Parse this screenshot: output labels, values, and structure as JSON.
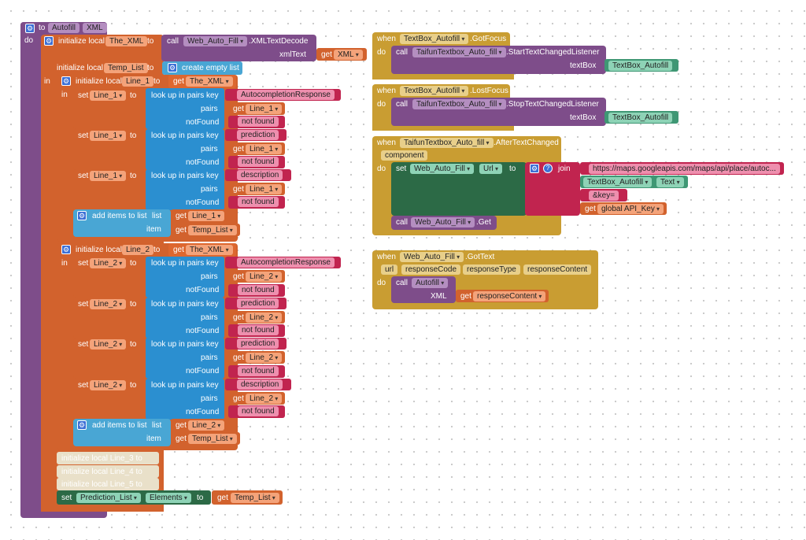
{
  "kw": {
    "to": "to",
    "do": "do",
    "in": "in",
    "set": "set",
    "get": "get",
    "call": "call",
    "when": "when",
    "init_local": "initialize local",
    "look_up": "look up in pairs  key",
    "pairs": "pairs",
    "not_found_label": "notFound",
    "add_items": "add items to list",
    "list": "list",
    "item": "item",
    "create_empty_list": "create empty list",
    "join": "join",
    "component": "component"
  },
  "procedure": {
    "name": "Autofill",
    "param": "XML"
  },
  "init_xml": {
    "var": "The_XML",
    "component": "Web_Auto_Fill",
    "method": ".XMLTextDecode",
    "arg": "xmlText",
    "get": "XML"
  },
  "init_temp": {
    "var": "Temp_List"
  },
  "line1": {
    "var": "Line_1",
    "source": "The_XML",
    "rows": [
      {
        "key": "AutocompletionResponse",
        "not_found": "not found"
      },
      {
        "key": "prediction",
        "not_found": "not found"
      },
      {
        "key": "description",
        "not_found": "not found"
      }
    ],
    "list": "Line_1",
    "item": "Temp_List"
  },
  "line2": {
    "var": "Line_2",
    "source": "The_XML",
    "rows": [
      {
        "key": "AutocompletionResponse",
        "not_found": "not found"
      },
      {
        "key": "prediction",
        "not_found": "not found"
      },
      {
        "key": "prediction",
        "not_found": "not found"
      },
      {
        "key": "description",
        "not_found": "not found"
      }
    ],
    "list": "Line_2",
    "item": "Temp_List"
  },
  "ghosts": [
    "initialize local Line_3 to",
    "initialize local Line_4 to",
    "initialize local Line_5 to"
  ],
  "final_set": {
    "component": "Prediction_List",
    "property": "Elements",
    "get": "Temp_List"
  },
  "gotfocus": {
    "component": "TextBox_Autofill",
    "event": ".GotFocus",
    "call_component": "TaifunTextbox_Auto_fill",
    "method": ".StartTextChangedListener",
    "arg": "textBox",
    "arg_value": "TextBox_Autofill"
  },
  "lostfocus": {
    "component": "TextBox_Autofill",
    "event": ".LostFocus",
    "call_component": "TaifunTextbox_Auto_fill",
    "method": ".StopTextChangedListener",
    "arg": "textBox",
    "arg_value": "TextBox_Autofill"
  },
  "textchanged": {
    "component": "TaifunTextbox_Auto_fill",
    "event": ".AfterTextChanged",
    "param": "component",
    "set_component": "Web_Auto_Fill",
    "set_property": "Url",
    "url": "https://maps.googleapis.com/maps/api/place/autoc...",
    "text_component": "TextBox_Autofill",
    "text_property": "Text",
    "key_str": "&key=",
    "api_key": "global API_Key",
    "call_component": "Web_Auto_Fill",
    "call_method": ".Get"
  },
  "gottext": {
    "component": "Web_Auto_Fill",
    "event": ".GotText",
    "params": [
      "url",
      "responseCode",
      "responseType",
      "responseContent"
    ],
    "call": "Autofill",
    "arg": "XML",
    "get": "responseContent"
  },
  "colors": {
    "procedure": "#7e4d8a",
    "local_variable": "#d2622d",
    "control": "#c99d32",
    "list": "#49a6d4",
    "dictionary": "#2b8fd0",
    "text": "#c1244f",
    "component": "#3f9774",
    "component_set": "#2c6a46"
  }
}
